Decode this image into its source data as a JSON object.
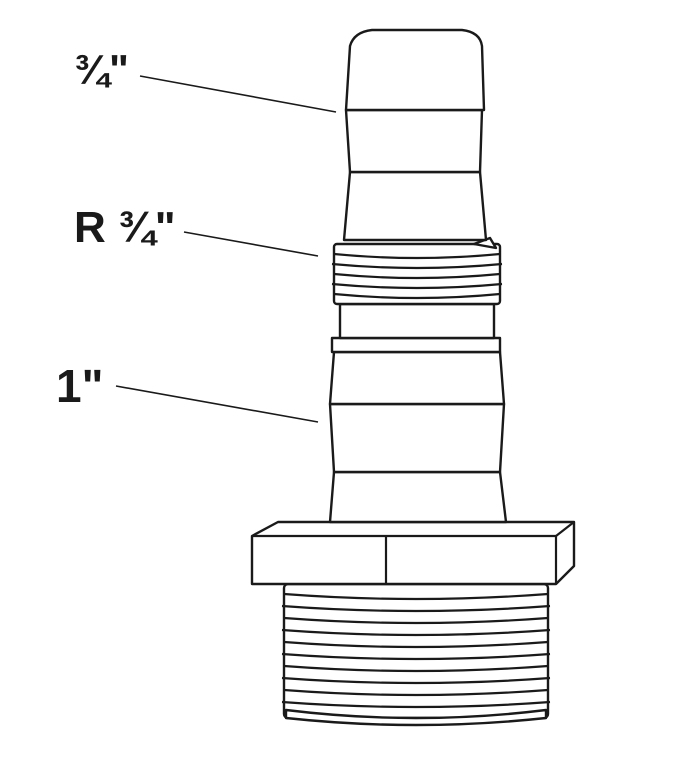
{
  "labels": {
    "hose_tail_size": "¾\"",
    "thread_size_r": "R ¾\"",
    "thread_size_large": "1\""
  },
  "colors": {
    "stroke": "#1a1a1a",
    "background": "#ffffff"
  }
}
